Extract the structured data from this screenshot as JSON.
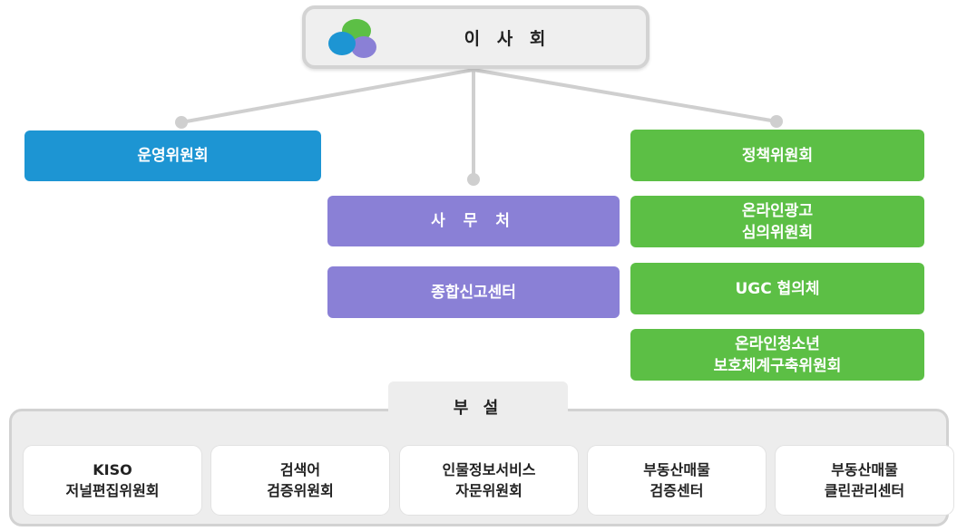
{
  "board": {
    "title": "이 사 회"
  },
  "committees": {
    "operations": "운영위원회",
    "policy": "정책위원회",
    "secretariat": "사 무 처",
    "report_center": "종합신고센터",
    "ad_review": [
      "온라인광고",
      "심의위원회"
    ],
    "ugc": "UGC 협의체",
    "youth": [
      "온라인청소년",
      "보호체계구축위원회"
    ]
  },
  "subsidiary": {
    "title": "부 설",
    "items": [
      {
        "line1": "KISO",
        "line2": "저널편집위원회"
      },
      {
        "line1": "검색어",
        "line2": "검증위원회"
      },
      {
        "line1": "인물정보서비스",
        "line2": "자문위원회"
      },
      {
        "line1": "부동산매물",
        "line2": "검증센터"
      },
      {
        "line1": "부동산매물",
        "line2": "클린관리센터"
      }
    ]
  },
  "colors": {
    "blue": "#1d95d3",
    "purple": "#8a80d6",
    "green": "#5cbf45",
    "connector": "#cfcfcf"
  }
}
